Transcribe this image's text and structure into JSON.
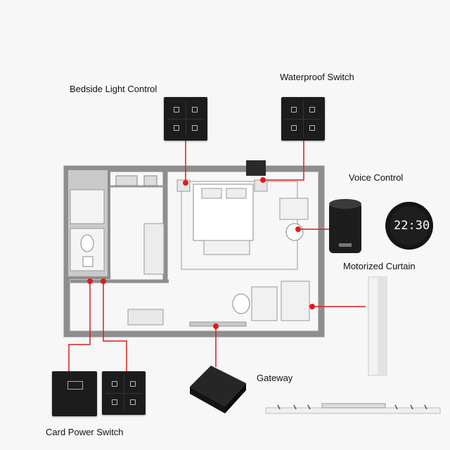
{
  "labels": {
    "bedside": "Bedside Light Control",
    "waterproof": "Waterproof Switch",
    "voice": "Voice Control",
    "curtain": "Motorized Curtain",
    "gateway": "Gateway",
    "card_power": "Card Power Switch"
  },
  "clock": {
    "time": "22:30"
  },
  "colors": {
    "wire": "#e01b1b",
    "panel": "#1c1c1c",
    "wall": "#8e8e8e"
  }
}
